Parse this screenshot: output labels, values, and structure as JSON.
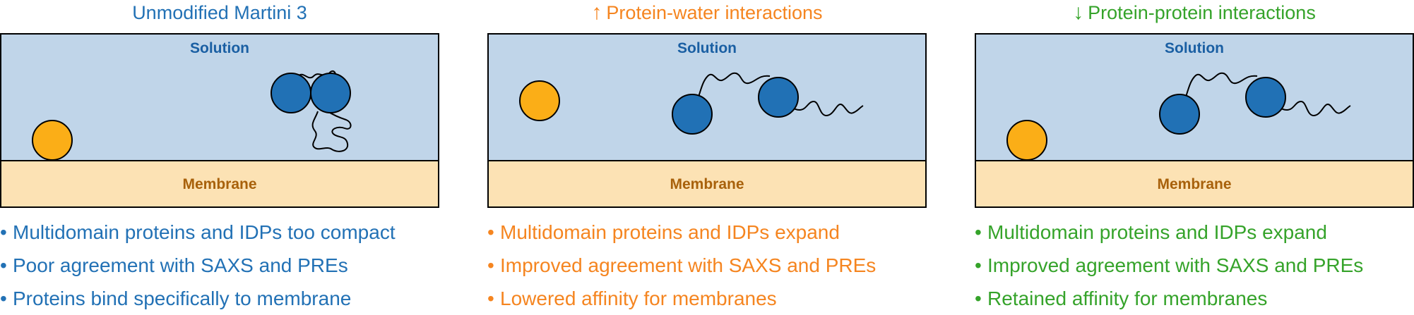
{
  "colors": {
    "solution_fill": "#c0d5e9",
    "membrane_fill": "#fce2b4",
    "box_border": "#000000",
    "solution_label": "#1a5fa3",
    "membrane_label": "#a8610b",
    "protein_blue": "#2171b5",
    "ligand_orange": "#fbae17",
    "blue_text": "#2271b5",
    "orange_text": "#f58520",
    "green_text": "#35a32a"
  },
  "panels": [
    {
      "title": "Unmodified Martini 3",
      "title_arrow": "",
      "accent": "#2271b5",
      "solution_label": "Solution",
      "membrane_label": "Membrane",
      "bullets": [
        "Multidomain proteins and IDPs too compact",
        "Poor agreement with SAXS and PREs",
        "Proteins bind specifically to membrane"
      ]
    },
    {
      "title": "Protein-water interactions",
      "title_arrow": "up-arrow",
      "accent": "#f58520",
      "solution_label": "Solution",
      "membrane_label": "Membrane",
      "bullets": [
        "Multidomain proteins and IDPs expand",
        "Improved agreement with SAXS and PREs",
        "Lowered affinity for membranes"
      ]
    },
    {
      "title": "Protein-protein interactions",
      "title_arrow": "down-arrow",
      "accent": "#35a32a",
      "solution_label": "Solution",
      "membrane_label": "Membrane",
      "bullets": [
        "Multidomain proteins and IDPs expand",
        "Improved agreement with SAXS and PREs",
        "Retained affinity for membranes"
      ]
    }
  ],
  "bullet_glyph": "•",
  "arrow_glyphs": {
    "up": "↑",
    "down": "↓"
  }
}
